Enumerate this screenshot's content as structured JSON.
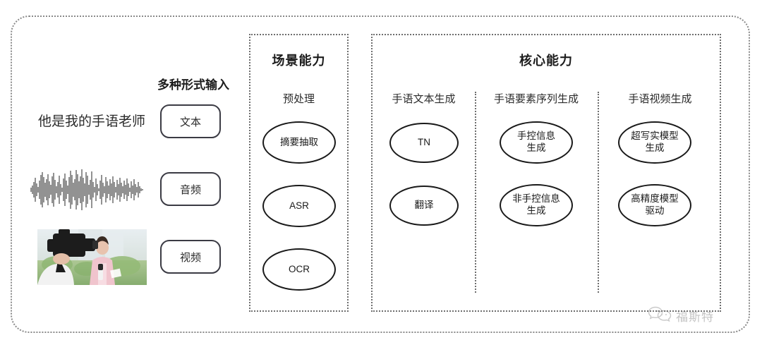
{
  "diagram": {
    "input_section": {
      "heading": "多种形式输入",
      "sample_text": "他是我的手语老师",
      "modality_buttons": [
        {
          "label": "文本",
          "icon": "text-sample"
        },
        {
          "label": "音频",
          "icon": "audio-waveform"
        },
        {
          "label": "视频",
          "icon": "video-thumbnail"
        }
      ]
    },
    "scene_panel": {
      "title": "场景能力",
      "columns": [
        {
          "heading": "预处理",
          "nodes": [
            "摘要抽取",
            "ASR",
            "OCR"
          ]
        }
      ]
    },
    "core_panel": {
      "title": "核心能力",
      "columns": [
        {
          "heading": "手语文本生成",
          "nodes": [
            "TN",
            "翻译"
          ]
        },
        {
          "heading": "手语要素序列生成",
          "nodes": [
            "手控信息\n生成",
            "非手控信息\n生成"
          ]
        },
        {
          "heading": "手语视频生成",
          "nodes": [
            "超写实模型\n生成",
            "高精度模型\n驱动"
          ]
        }
      ]
    },
    "watermark": {
      "text": "福斯特",
      "icon": "wechat-bubbles-icon"
    },
    "colors": {
      "border": "#6e6e6e",
      "outer_border": "#8a8a8a",
      "node_stroke": "#1a1a1a",
      "button_stroke": "#3b3b44",
      "text": "#231f20",
      "background": "#ffffff"
    }
  }
}
